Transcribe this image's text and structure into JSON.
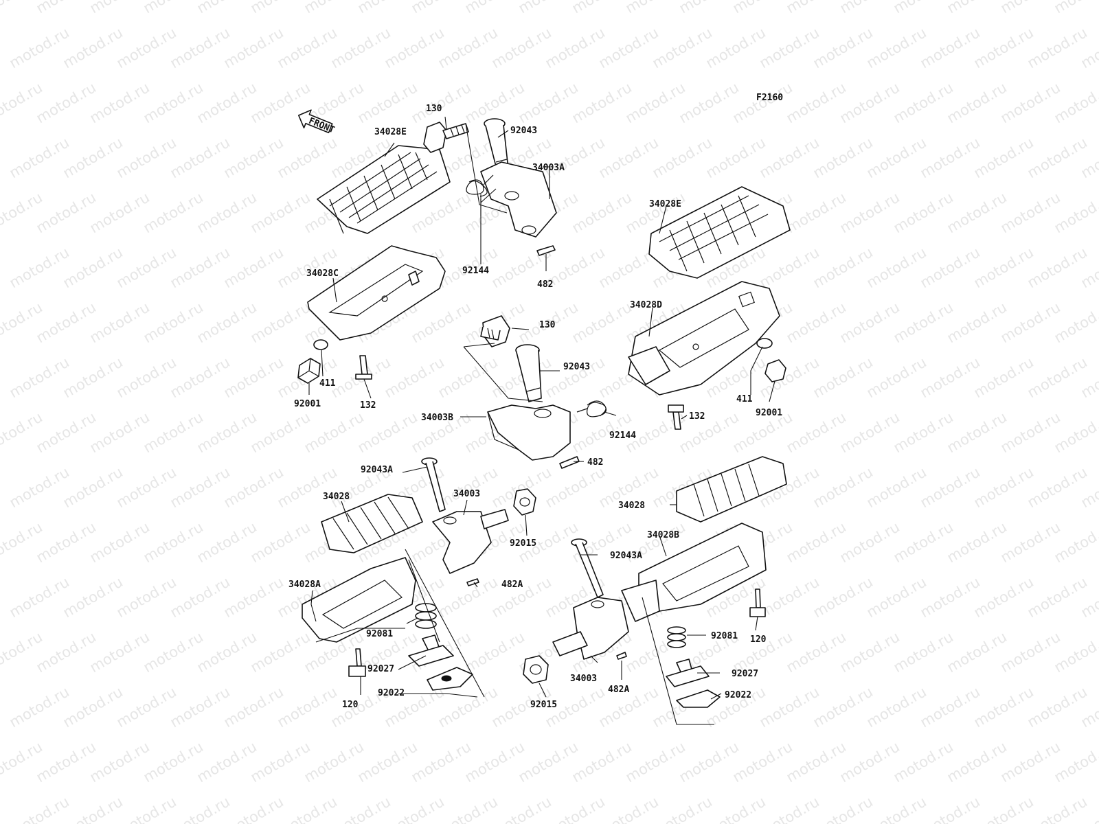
{
  "diagram": {
    "code": "F2160",
    "front_label": "FRONT",
    "watermark": "motod.ru",
    "labels": [
      {
        "id": "130-a",
        "text": "130"
      },
      {
        "id": "92043-a",
        "text": "92043"
      },
      {
        "id": "34028E-a",
        "text": "34028E"
      },
      {
        "id": "34003A",
        "text": "34003A"
      },
      {
        "id": "92144-a",
        "text": "92144"
      },
      {
        "id": "482-a",
        "text": "482"
      },
      {
        "id": "34028C",
        "text": "34028C"
      },
      {
        "id": "411-a",
        "text": "411"
      },
      {
        "id": "92001-a",
        "text": "92001"
      },
      {
        "id": "132-a",
        "text": "132"
      },
      {
        "id": "34028E-b",
        "text": "34028E"
      },
      {
        "id": "34028D",
        "text": "34028D"
      },
      {
        "id": "130-b",
        "text": "130"
      },
      {
        "id": "92043-b",
        "text": "92043"
      },
      {
        "id": "34003B",
        "text": "34003B"
      },
      {
        "id": "92144-b",
        "text": "92144"
      },
      {
        "id": "482-b",
        "text": "482"
      },
      {
        "id": "132-b",
        "text": "132"
      },
      {
        "id": "411-b",
        "text": "411"
      },
      {
        "id": "92001-b",
        "text": "92001"
      },
      {
        "id": "92043A-a",
        "text": "92043A"
      },
      {
        "id": "34028-a",
        "text": "34028"
      },
      {
        "id": "34003-a",
        "text": "34003"
      },
      {
        "id": "92015-a",
        "text": "92015"
      },
      {
        "id": "482A-a",
        "text": "482A"
      },
      {
        "id": "34028A",
        "text": "34028A"
      },
      {
        "id": "92081-a",
        "text": "92081"
      },
      {
        "id": "92027-a",
        "text": "92027"
      },
      {
        "id": "92022-a",
        "text": "92022"
      },
      {
        "id": "120-a",
        "text": "120"
      },
      {
        "id": "34028-b",
        "text": "34028"
      },
      {
        "id": "92043A-b",
        "text": "92043A"
      },
      {
        "id": "34028B",
        "text": "34028B"
      },
      {
        "id": "120-b",
        "text": "120"
      },
      {
        "id": "92081-b",
        "text": "92081"
      },
      {
        "id": "92027-b",
        "text": "92027"
      },
      {
        "id": "92022-b",
        "text": "92022"
      },
      {
        "id": "34003-b",
        "text": "34003"
      },
      {
        "id": "482A-b",
        "text": "482A"
      },
      {
        "id": "92015-b",
        "text": "92015"
      }
    ]
  }
}
